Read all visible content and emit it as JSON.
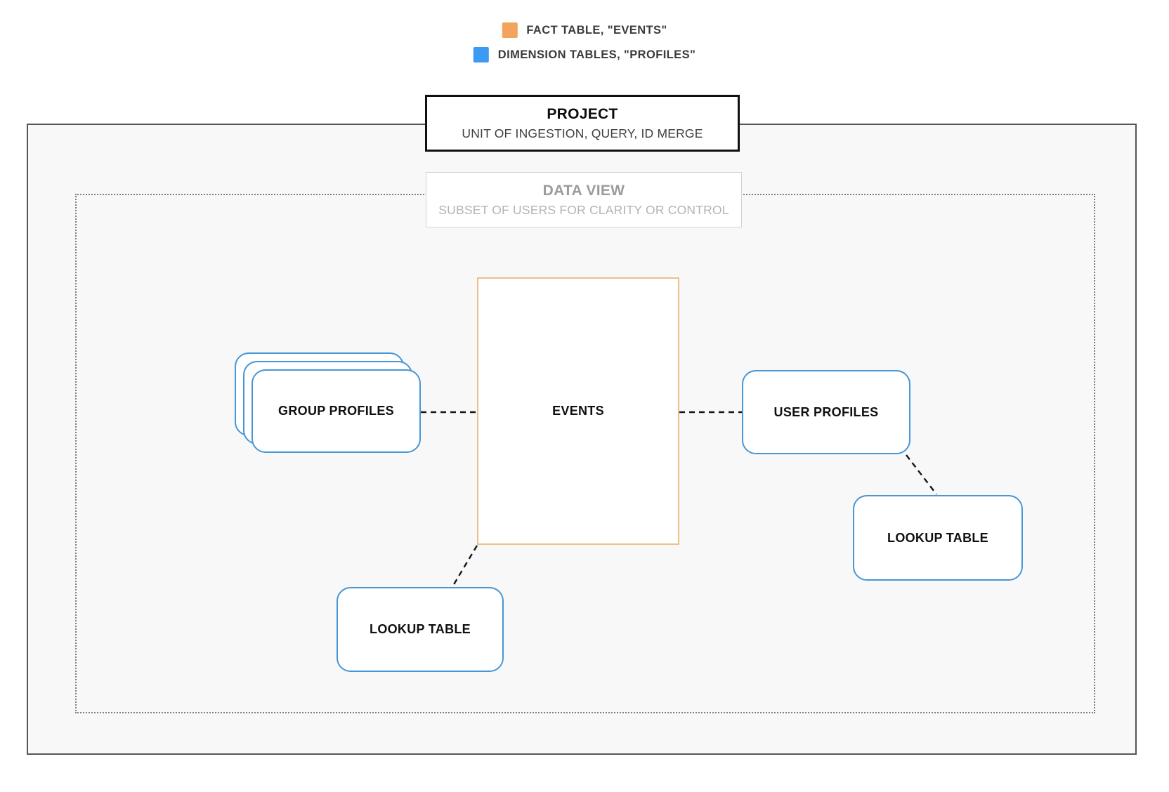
{
  "legend": {
    "items": [
      {
        "name": "fact-table",
        "label": "FACT TABLE, \"EVENTS\"",
        "color": "#f2a45c"
      },
      {
        "name": "dimension-tables",
        "label": "DIMENSION TABLES, \"PROFILES\"",
        "color": "#3b9af2"
      }
    ]
  },
  "project": {
    "title": "PROJECT",
    "subtitle": "UNIT OF INGESTION, QUERY, ID MERGE"
  },
  "data_view": {
    "title": "DATA VIEW",
    "subtitle": "SUBSET OF USERS FOR CLARITY OR CONTROL"
  },
  "nodes": {
    "events": {
      "label": "EVENTS",
      "border_color": "#ebc189"
    },
    "group_profiles": {
      "label": "GROUP PROFILES",
      "border_color": "#4796d6"
    },
    "user_profiles": {
      "label": "USER PROFILES",
      "border_color": "#4796d6"
    },
    "lookup_table_left": {
      "label": "LOOKUP TABLE",
      "border_color": "#4796d6"
    },
    "lookup_table_right": {
      "label": "LOOKUP TABLE",
      "border_color": "#4796d6"
    }
  }
}
